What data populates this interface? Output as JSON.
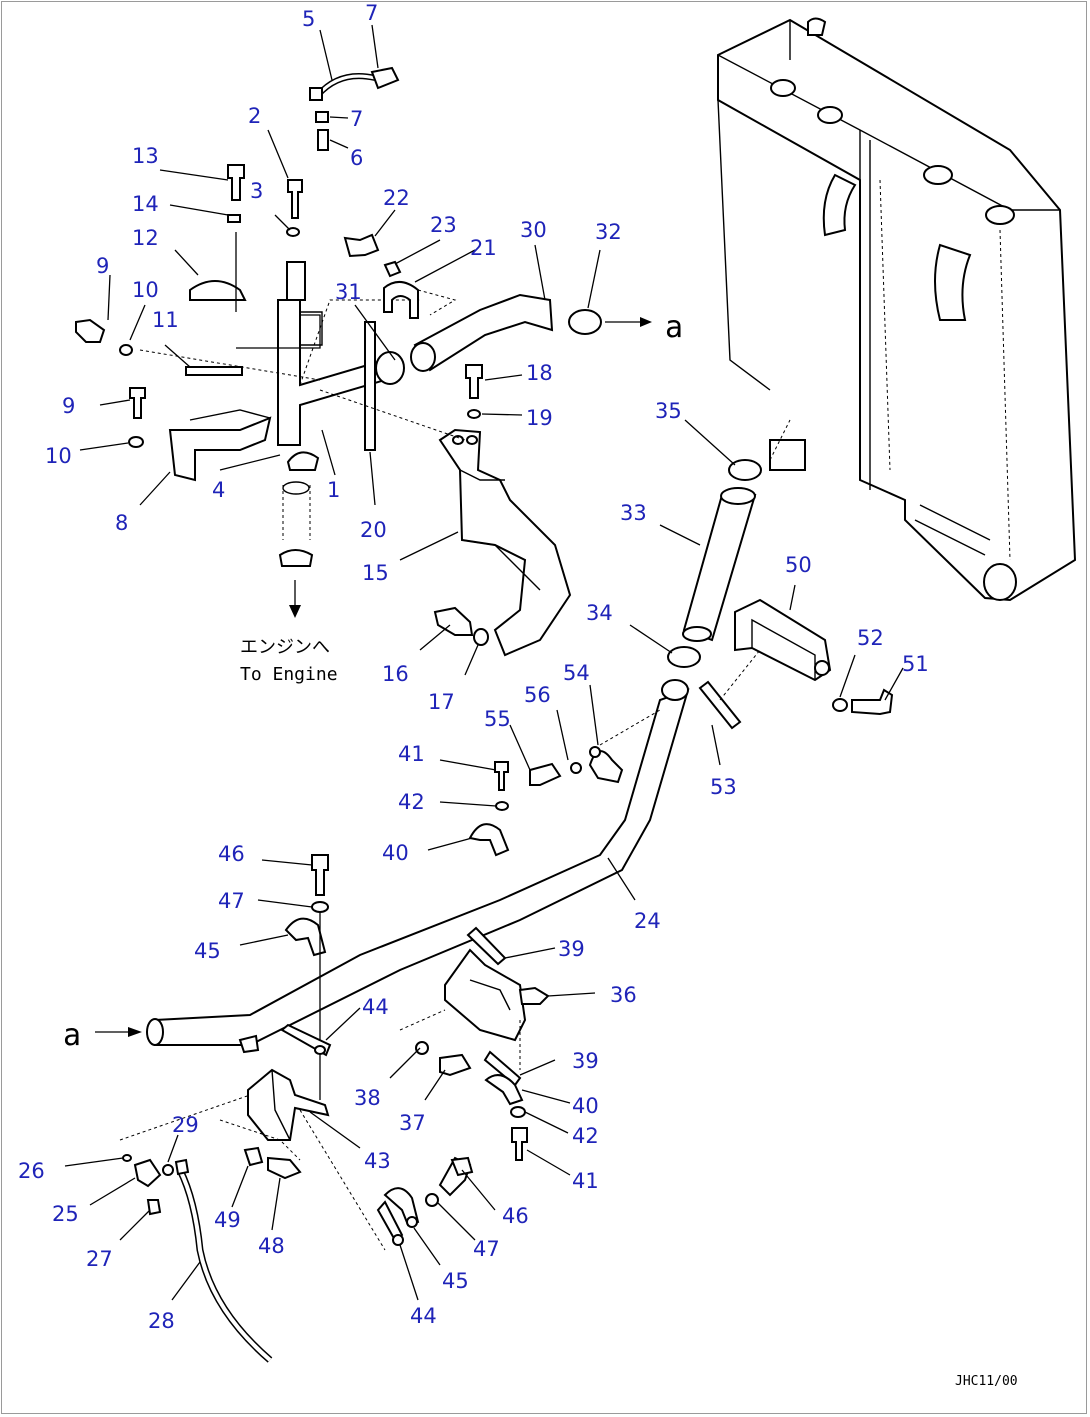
{
  "diagram": {
    "engine_note_jp": "エンジンへ",
    "engine_note_en": "To Engine",
    "connector_left": "a",
    "connector_right": "a",
    "drawing_code": "JHC11/00",
    "callout_color": "#1f24b8",
    "callouts": [
      {
        "id": "c5",
        "label": "5"
      },
      {
        "id": "c7a",
        "label": "7"
      },
      {
        "id": "c7b",
        "label": "7"
      },
      {
        "id": "c6",
        "label": "6"
      },
      {
        "id": "c2",
        "label": "2"
      },
      {
        "id": "c13",
        "label": "13"
      },
      {
        "id": "c3",
        "label": "3"
      },
      {
        "id": "c14",
        "label": "14"
      },
      {
        "id": "c22",
        "label": "22"
      },
      {
        "id": "c23",
        "label": "23"
      },
      {
        "id": "c30",
        "label": "30"
      },
      {
        "id": "c32",
        "label": "32"
      },
      {
        "id": "c21",
        "label": "21"
      },
      {
        "id": "c12",
        "label": "12"
      },
      {
        "id": "c9a",
        "label": "9"
      },
      {
        "id": "c10a",
        "label": "10"
      },
      {
        "id": "c31",
        "label": "31"
      },
      {
        "id": "c11",
        "label": "11"
      },
      {
        "id": "c18",
        "label": "18"
      },
      {
        "id": "c19",
        "label": "19"
      },
      {
        "id": "c9b",
        "label": "9"
      },
      {
        "id": "c35",
        "label": "35"
      },
      {
        "id": "c10b",
        "label": "10"
      },
      {
        "id": "c4",
        "label": "4"
      },
      {
        "id": "c1",
        "label": "1"
      },
      {
        "id": "c8",
        "label": "8"
      },
      {
        "id": "c20",
        "label": "20"
      },
      {
        "id": "c33",
        "label": "33"
      },
      {
        "id": "c15",
        "label": "15"
      },
      {
        "id": "c50",
        "label": "50"
      },
      {
        "id": "c34",
        "label": "34"
      },
      {
        "id": "c52",
        "label": "52"
      },
      {
        "id": "c51",
        "label": "51"
      },
      {
        "id": "c16",
        "label": "16"
      },
      {
        "id": "c54",
        "label": "54"
      },
      {
        "id": "c17",
        "label": "17"
      },
      {
        "id": "c56",
        "label": "56"
      },
      {
        "id": "c55",
        "label": "55"
      },
      {
        "id": "c41a",
        "label": "41"
      },
      {
        "id": "c53",
        "label": "53"
      },
      {
        "id": "c42a",
        "label": "42"
      },
      {
        "id": "c40a",
        "label": "40"
      },
      {
        "id": "c46a",
        "label": "46"
      },
      {
        "id": "c24",
        "label": "24"
      },
      {
        "id": "c47a",
        "label": "47"
      },
      {
        "id": "c45a",
        "label": "45"
      },
      {
        "id": "c39a",
        "label": "39"
      },
      {
        "id": "c36",
        "label": "36"
      },
      {
        "id": "c44a",
        "label": "44"
      },
      {
        "id": "c38",
        "label": "38"
      },
      {
        "id": "c39b",
        "label": "39"
      },
      {
        "id": "c37",
        "label": "37"
      },
      {
        "id": "c40b",
        "label": "40"
      },
      {
        "id": "c42b",
        "label": "42"
      },
      {
        "id": "c29",
        "label": "29"
      },
      {
        "id": "c43",
        "label": "43"
      },
      {
        "id": "c26",
        "label": "26"
      },
      {
        "id": "c41b",
        "label": "41"
      },
      {
        "id": "c25",
        "label": "25"
      },
      {
        "id": "c46b",
        "label": "46"
      },
      {
        "id": "c49",
        "label": "49"
      },
      {
        "id": "c48",
        "label": "48"
      },
      {
        "id": "c27",
        "label": "27"
      },
      {
        "id": "c47b",
        "label": "47"
      },
      {
        "id": "c45b",
        "label": "45"
      },
      {
        "id": "c28",
        "label": "28"
      },
      {
        "id": "c44b",
        "label": "44"
      }
    ]
  }
}
